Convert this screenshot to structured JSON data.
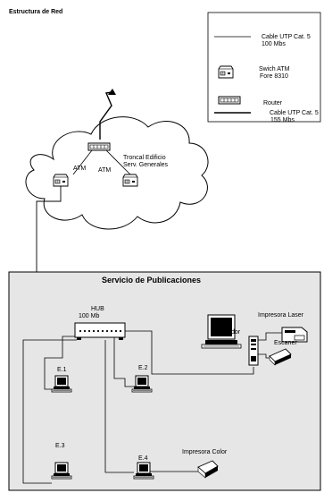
{
  "title": "Estructura de Red",
  "legend": {
    "items": [
      {
        "icon": "thin-line-icon",
        "label_line1": "Cable UTP Cat. 5",
        "label_line2": "100 Mbs"
      },
      {
        "icon": "atm-switch-icon",
        "label_line1": "Swich  ATM",
        "label_line2": "Fore 8310"
      },
      {
        "icon": "router-icon",
        "label_line1": "Router",
        "label_line2": ""
      },
      {
        "icon": "thick-line-icon",
        "label_line1": "Cable UTP Cat. 5",
        "label_line2": "155 Mbs"
      }
    ]
  },
  "cloud": {
    "atm_left": "ATM",
    "atm_right": "ATM",
    "troncal_line1": "Troncal Edificio",
    "troncal_line2": "Serv. Generales"
  },
  "publications": {
    "title": "Servicio de Publicaciones",
    "hub_line1": "HUB",
    "hub_line2": "100 Mb",
    "servidor": "Servidor",
    "impresora_laser": "Impresora Laser",
    "escaner": "Escaner",
    "impresora_color": "Impresora Color",
    "e1": "E.1",
    "e2": "E.2",
    "e3": "E.3",
    "e4": "E.4"
  },
  "colors": {
    "panel_fill": "#e6e6e6",
    "device": "#000000",
    "line": "#000000"
  }
}
